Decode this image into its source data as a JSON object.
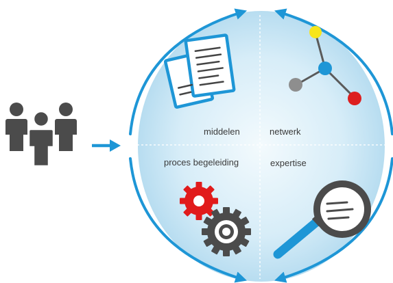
{
  "quadrants": {
    "top_left": "middelen",
    "top_right": "netwerk",
    "bottom_left": "proces begeleiding",
    "bottom_right": "expertise"
  },
  "icons": {
    "people": "people-group-icon",
    "documents": "documents-icon",
    "network": "network-nodes-icon",
    "gears": "gears-icon",
    "magnifier": "magnifying-glass-icon",
    "input_arrow": "arrow-right-icon"
  },
  "colors": {
    "cycle_blue": "#1e96d6",
    "circle_light": "#e9f5fb",
    "circle_mid": "#b9dff1",
    "people_gray": "#4b4b4b",
    "gear_red": "#e11b1b",
    "gear_gray": "#4b4b4b",
    "node_yellow": "#f7e51b",
    "node_blue": "#1e96d6",
    "node_gray": "#8e8e8e",
    "node_red": "#dd1f1f"
  }
}
